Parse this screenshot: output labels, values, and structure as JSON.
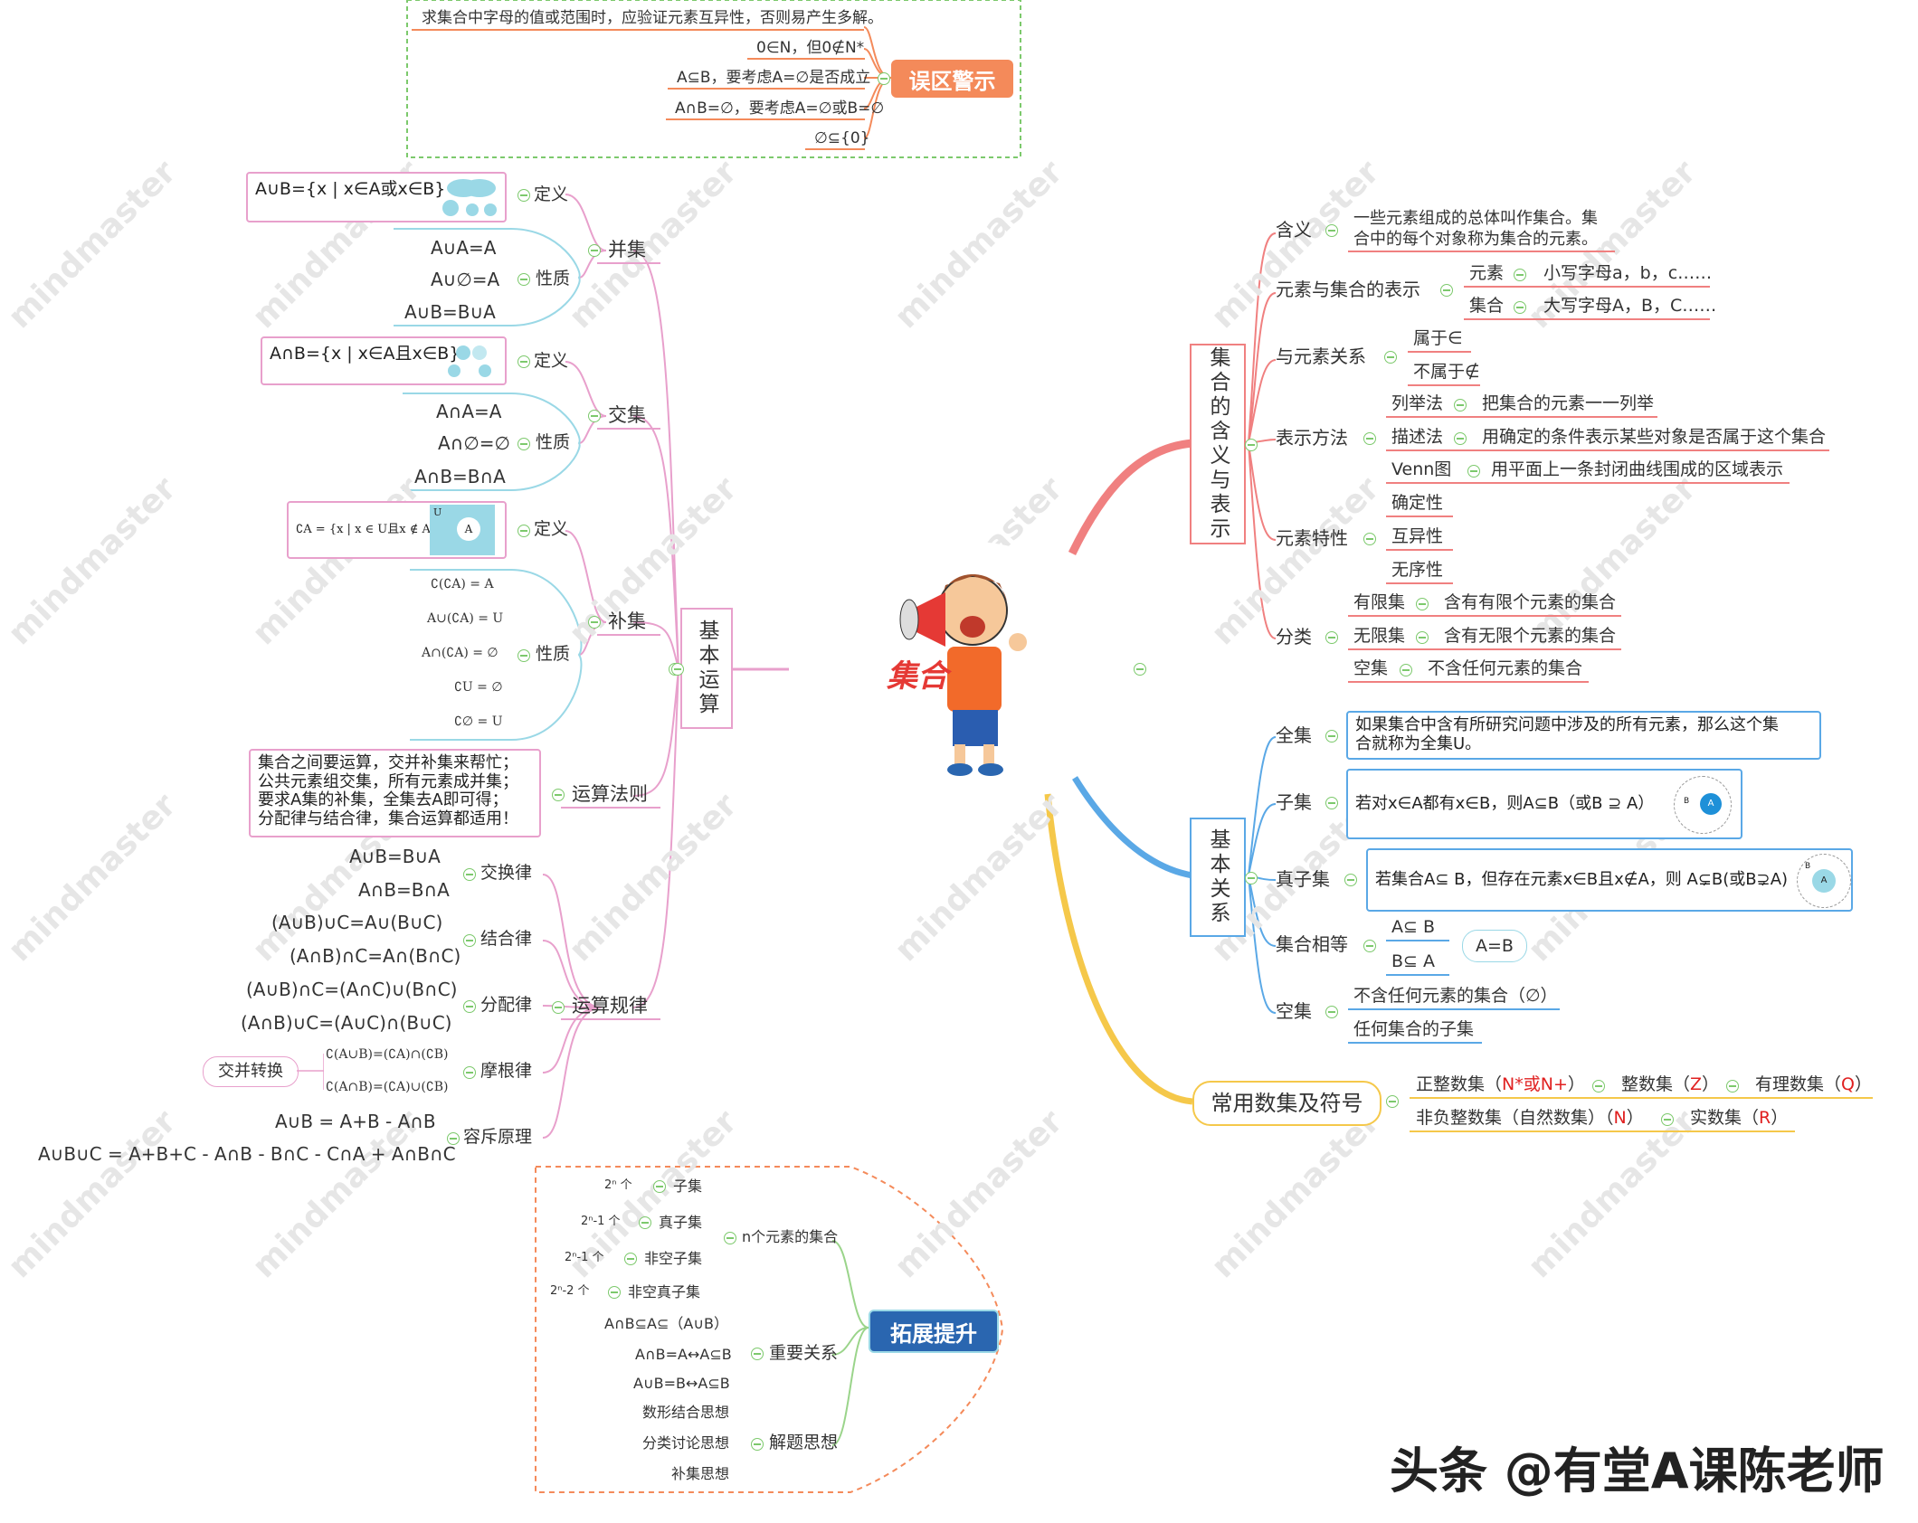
{
  "watermark": "mindmaster",
  "center": {
    "title": "集合"
  },
  "warn": {
    "label": "误区警示",
    "items": [
      "求集合中字母的值或范围时，应验证元素互异性，否则易产生多解。",
      "0∈N，但0∉N*",
      "A⊆B，要考虑A=∅是否成立",
      "A∩B=∅，要考虑A=∅或B=∅",
      "∅⊆{0}"
    ]
  },
  "basic_ops": {
    "label": "基本运算",
    "union": {
      "label": "并集",
      "def_label": "定义",
      "def": "A∪B={x | x∈A或x∈B}",
      "prop_label": "性质",
      "props": [
        "A∪A=A",
        "A∪∅=A",
        "A∪B=B∪A"
      ]
    },
    "intersect": {
      "label": "交集",
      "def_label": "定义",
      "def": "A∩B={x | x∈A且x∈B}",
      "prop_label": "性质",
      "props": [
        "A∩A=A",
        "A∩∅=∅",
        "A∩B=B∩A"
      ]
    },
    "complement": {
      "label": "补集",
      "def_label": "定义",
      "def": "∁A = {x | x ∈ U且x ∉ A}",
      "prop_label": "性质",
      "props": [
        "∁(∁A) = A",
        "A∪(∁A) = U",
        "A∩(∁A) = ∅",
        "∁U = ∅",
        "∁∅ = U"
      ],
      "venn_u": "U",
      "venn_a": "A"
    },
    "rules_label": "运算法则",
    "rules_text": [
      "集合之间要运算，交并补集来帮忙；",
      "公共元素组交集，所有元素成并集；",
      "要求A集的补集，全集去A即可得；",
      "分配律与结合律，集合运算都适用！"
    ],
    "laws_label": "运算规律",
    "commutative": {
      "label": "交换律",
      "items": [
        "A∪B=B∪A",
        "A∩B=B∩A"
      ]
    },
    "associative": {
      "label": "结合律",
      "items": [
        "(A∪B)∪C=A∪(B∪C)",
        "(A∩B)∩C=A∩(B∩C)"
      ]
    },
    "distributive": {
      "label": "分配律",
      "items": [
        "(A∪B)∩C=(A∩C)∪(B∩C)",
        "(A∩B)∪C=(A∪C)∩(B∪C)"
      ]
    },
    "demorgan": {
      "label": "摩根律",
      "items": [
        "∁(A∪B)=(∁A)∩(∁B)",
        "∁(A∩B)=(∁A)∪(∁B)"
      ],
      "tag": "交并转换"
    },
    "incl_excl": {
      "label": "容斥原理",
      "items": [
        "A∪B = A+B - A∩B",
        "A∪B∪C = A+B+C - A∩B - B∩C - C∩A + A∩B∩C"
      ]
    }
  },
  "meaning": {
    "label": "集合的含义与表示",
    "def": {
      "label": "含义",
      "text": [
        "一些元素组成的总体叫作集合。集",
        "合中的每个对象称为集合的元素。"
      ]
    },
    "notation": {
      "label": "元素与集合的表示",
      "elem_label": "元素",
      "elem": "小写字母a，b，c……",
      "set_label": "集合",
      "set": "大写字母A，B，C……"
    },
    "relation": {
      "label": "与元素关系",
      "items": [
        "属于∈",
        "不属于∉"
      ]
    },
    "methods": {
      "label": "表示方法",
      "items": [
        {
          "k": "列举法",
          "v": "把集合的元素一一列举"
        },
        {
          "k": "描述法",
          "v": "用确定的条件表示某些对象是否属于这个集合"
        },
        {
          "k": "Venn图",
          "v": "用平面上一条封闭曲线围成的区域表示"
        }
      ]
    },
    "props": {
      "label": "元素特性",
      "items": [
        "确定性",
        "互异性",
        "无序性"
      ]
    },
    "cls": {
      "label": "分类",
      "items": [
        {
          "k": "有限集",
          "v": "含有有限个元素的集合"
        },
        {
          "k": "无限集",
          "v": "含有无限个元素的集合"
        },
        {
          "k": "空集",
          "v": "不含任何元素的集合"
        }
      ]
    }
  },
  "relations": {
    "label": "基本关系",
    "universal": {
      "label": "全集",
      "text": [
        "如果集合中含有所研究问题中涉及的所有元素，那么这个集",
        "合就称为全集U。"
      ]
    },
    "subset": {
      "label": "子集",
      "text": "若对x∈A都有x∈B，则A⊆B（或B ⊇ A）"
    },
    "proper": {
      "label": "真子集",
      "text": "若集合A⊆ B，但存在元素x∈B且x∉A，则 A⊊B(或B⊋A)"
    },
    "equal": {
      "label": "集合相等",
      "items": [
        "A⊆ B",
        "B⊆ A"
      ],
      "result": "A=B"
    },
    "empty": {
      "label": "空集",
      "items": [
        "不含任何元素的集合（∅）",
        "任何集合的子集"
      ],
      "empty_sym": "∅"
    },
    "venn_labels": {
      "a": "A",
      "b": "B"
    }
  },
  "numbers": {
    "label": "常用数集及符号",
    "row1": [
      {
        "k": "正整数集（",
        "s": "N*或N+",
        "e": "）"
      },
      {
        "k": "整数集（",
        "s": "Z",
        "e": "）"
      },
      {
        "k": "有理数集（",
        "s": "Q",
        "e": "）"
      }
    ],
    "row2": [
      {
        "k": "非负整数集（自然数集）（",
        "s": "N",
        "e": "）"
      },
      {
        "k": "实数集（",
        "s": "R",
        "e": "）"
      }
    ]
  },
  "extend": {
    "label": "拓展提升",
    "nset": {
      "label": "n个元素的集合",
      "items": [
        {
          "k": "2ⁿ 个",
          "v": "子集"
        },
        {
          "k": "2ⁿ-1 个",
          "v": "真子集"
        },
        {
          "k": "2ⁿ-1 个",
          "v": "非空子集"
        },
        {
          "k": "2ⁿ-2 个",
          "v": "非空真子集"
        }
      ]
    },
    "important": {
      "label": "重要关系",
      "items": [
        "A∩B⊆A⊆（A∪B）",
        "A∩B=A↔A⊆B",
        "A∪B=B↔A⊆B"
      ]
    },
    "thinking": {
      "label": "解题思想",
      "items": [
        "数形结合思想",
        "分类讨论思想",
        "补集思想"
      ]
    }
  },
  "footer": "头条 @有堂A课陈老师",
  "colors": {
    "pink": "#e8a0cc",
    "red": "#f08080",
    "blue": "#5aa8e6",
    "yellow": "#f5c84a",
    "orange": "#f48a5a",
    "green": "#9ad48a",
    "lightblue": "#9ad8e6",
    "navy": "#2a66b0"
  }
}
